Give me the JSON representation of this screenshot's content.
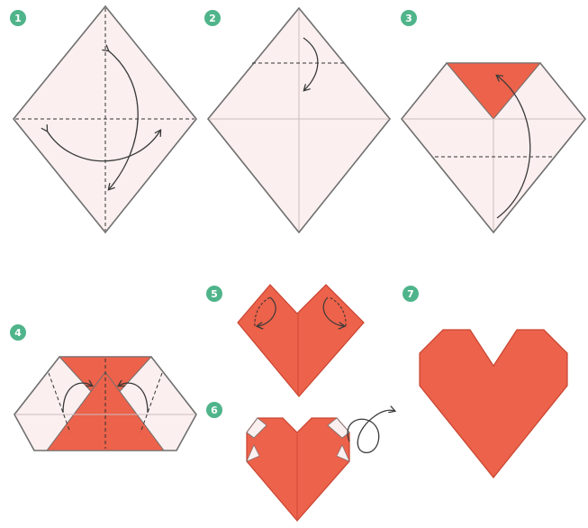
{
  "colors": {
    "paper_back": "#fbefef",
    "paper_front": "#ec624a",
    "paper_front_dark": "#c94532",
    "outline": "#6f6f6f",
    "crease": "#cdbdbd",
    "fold_line": "#333333",
    "arrow": "#3a3a3a",
    "badge": "#4fb48a"
  },
  "steps": [
    {
      "number": "1",
      "icon": "square-diamond-two-creases"
    },
    {
      "number": "2",
      "icon": "fold-top-corner-down"
    },
    {
      "number": "3",
      "icon": "fold-bottom-corner-up"
    },
    {
      "number": "4",
      "icon": "fold-sides-to-center"
    },
    {
      "number": "5",
      "icon": "fold-top-corners-down"
    },
    {
      "number": "6",
      "icon": "turn-over"
    },
    {
      "number": "7",
      "icon": "finished-heart"
    }
  ]
}
